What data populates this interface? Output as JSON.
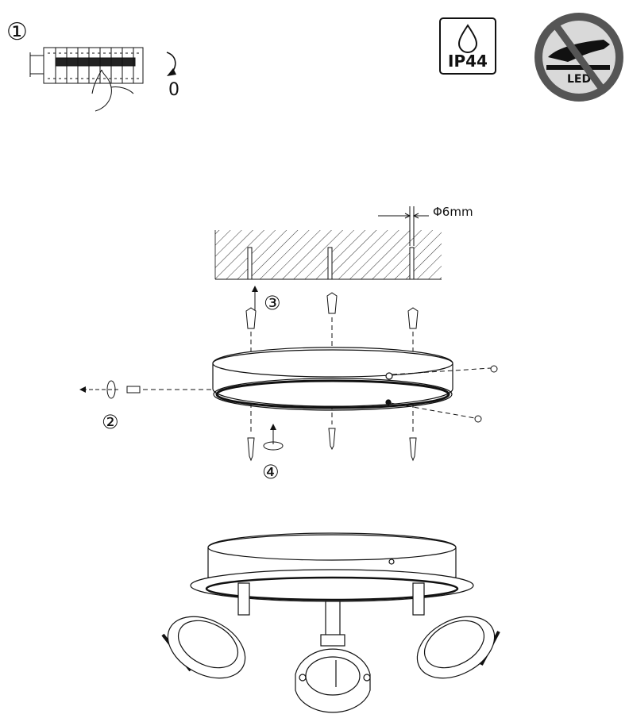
{
  "steps": {
    "step1": "①",
    "step2": "②",
    "step3": "③",
    "step4": "④",
    "switch_off_value": "0"
  },
  "badges": {
    "ip_rating": "IP44",
    "led_label": "LED"
  },
  "dimensions": {
    "drill_diameter": "Φ6mm"
  },
  "icons": [
    "circuit-breaker-icon",
    "rotate-arrow-icon",
    "water-drop-icon",
    "no-touch-led-icon",
    "screw-icon",
    "wall-plug-icon"
  ],
  "colors": {
    "line": "#111111",
    "badge_ring": "#555555",
    "badge_fill": "#d9d9d9",
    "hatch": "#333333"
  }
}
